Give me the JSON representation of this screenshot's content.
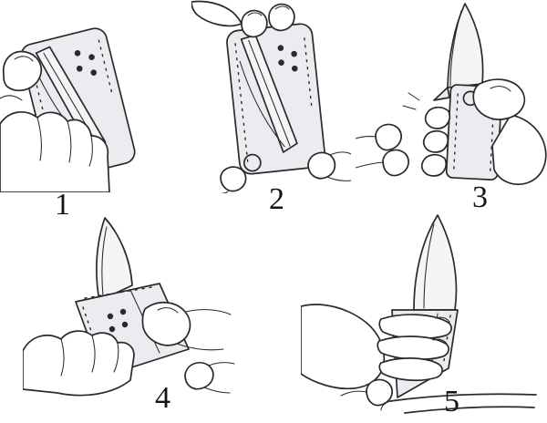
{
  "figure": {
    "steps": [
      {
        "label": "1"
      },
      {
        "label": "2"
      },
      {
        "label": "3"
      },
      {
        "label": "4"
      },
      {
        "label": "5"
      }
    ],
    "colors": {
      "background": "#ffffff",
      "ink": "#2a2a2a",
      "card_fill": "#ebecef",
      "blade_fill": "#f5f5f7",
      "hand_fill": "#ffffff"
    }
  }
}
